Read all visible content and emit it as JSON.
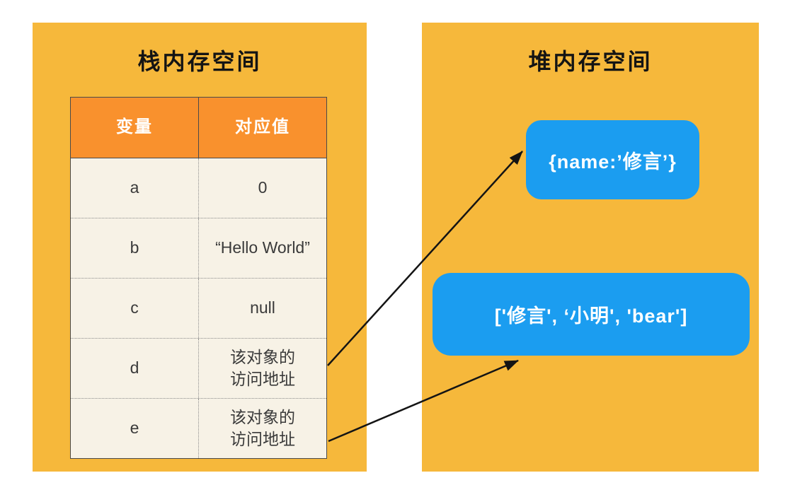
{
  "diagram": {
    "stack_panel": {
      "title": "栈内存空间",
      "table": {
        "headers": [
          "变量",
          "对应值"
        ],
        "rows": [
          {
            "var": "a",
            "value": "0"
          },
          {
            "var": "b",
            "value": "“Hello World”"
          },
          {
            "var": "c",
            "value": "null"
          },
          {
            "var": "d",
            "value": "该对象的\n访问地址"
          },
          {
            "var": "e",
            "value": "该对象的\n访问地址"
          }
        ]
      }
    },
    "heap_panel": {
      "title": "堆内存空间",
      "objects": [
        {
          "id": "object-literal",
          "label": "{name:’修言’}"
        },
        {
          "id": "array-literal",
          "label": "['修言', ‘小明', 'bear']"
        }
      ]
    },
    "arrows": [
      {
        "from": "row-d-value",
        "to": "object-literal"
      },
      {
        "from": "row-e-value",
        "to": "array-literal"
      }
    ],
    "colors": {
      "panel_background": "#F6B83B",
      "table_header_background": "#F9912D",
      "table_cell_background": "#F7F2E6",
      "table_border": "#4A4A4A",
      "heap_box_background": "#1B9DF0",
      "heap_box_text": "#FFFFFF",
      "arrow": "#141414",
      "title_text": "#141414"
    }
  }
}
